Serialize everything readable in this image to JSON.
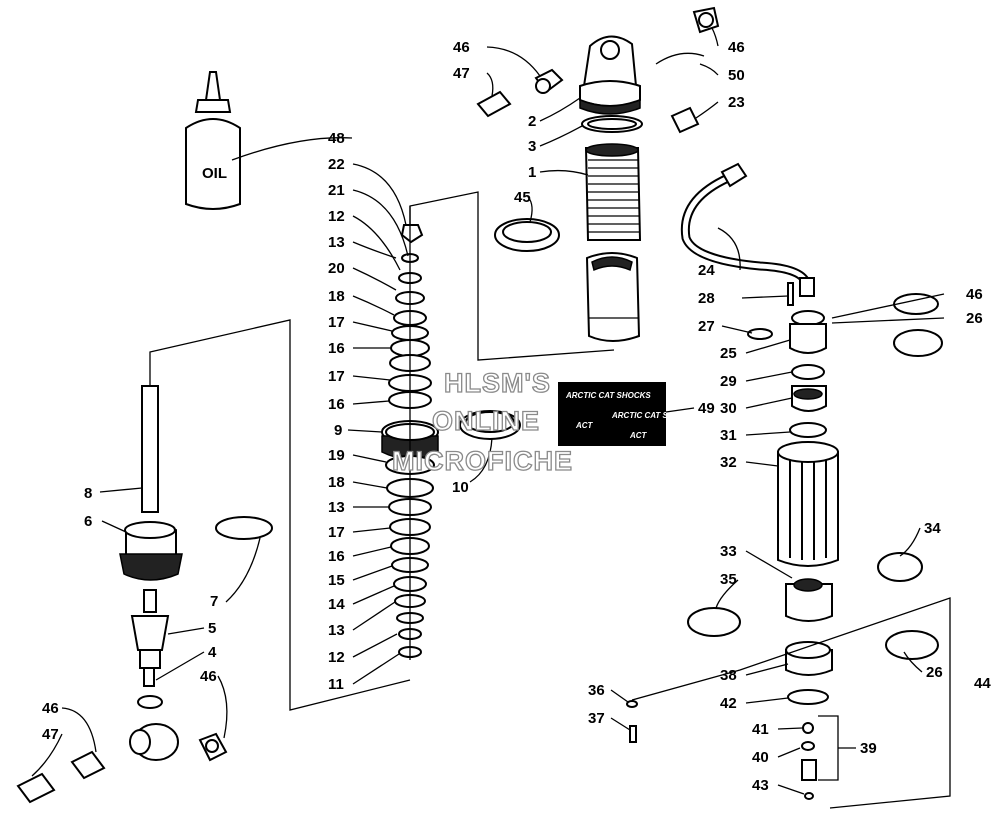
{
  "labels": {
    "oil_bottle": "OIL",
    "decal_text_1": "ARCTIC CAT SHOCKS",
    "decal_text_2": "ARCTIC CAT SHOCKS",
    "decal_logo_1": "ACT",
    "decal_logo_2": "ACT"
  },
  "watermark": {
    "line1": "HLSM'S",
    "line2": "ONLINE",
    "line3": "MICROFICHE"
  },
  "callouts": {
    "top_46_left": "46",
    "top_47": "47",
    "top_46_right": "46",
    "top_50": "50",
    "top_23": "23",
    "top_2": "2",
    "top_3": "3",
    "top_1": "1",
    "top_45": "45",
    "oil_48": "48",
    "s22": "22",
    "s21": "21",
    "s12a": "12",
    "s13a": "13",
    "s20": "20",
    "s18a": "18",
    "s17a": "17",
    "s16a": "16",
    "s17b": "17",
    "s16b": "16",
    "s9": "9",
    "s19": "19",
    "s18b": "18",
    "s13b": "13",
    "s17c": "17",
    "s16c": "16",
    "s15": "15",
    "s14": "14",
    "s13c": "13",
    "s12b": "12",
    "s11": "11",
    "s10": "10",
    "s49": "49",
    "l8": "8",
    "l6": "6",
    "l7": "7",
    "l5": "5",
    "l4": "4",
    "l46a": "46",
    "l46b": "46",
    "l47": "47",
    "r24": "24",
    "r28": "28",
    "r46": "46",
    "r26a": "26",
    "r27": "27",
    "r25": "25",
    "r29": "29",
    "r30": "30",
    "r31": "31",
    "r32": "32",
    "r33": "33",
    "r34": "34",
    "r35": "35",
    "r26b": "26",
    "r44": "44",
    "r36": "36",
    "r38": "38",
    "r37": "37",
    "r42": "42",
    "r41": "41",
    "r39": "39",
    "r40": "40",
    "r43": "43"
  }
}
